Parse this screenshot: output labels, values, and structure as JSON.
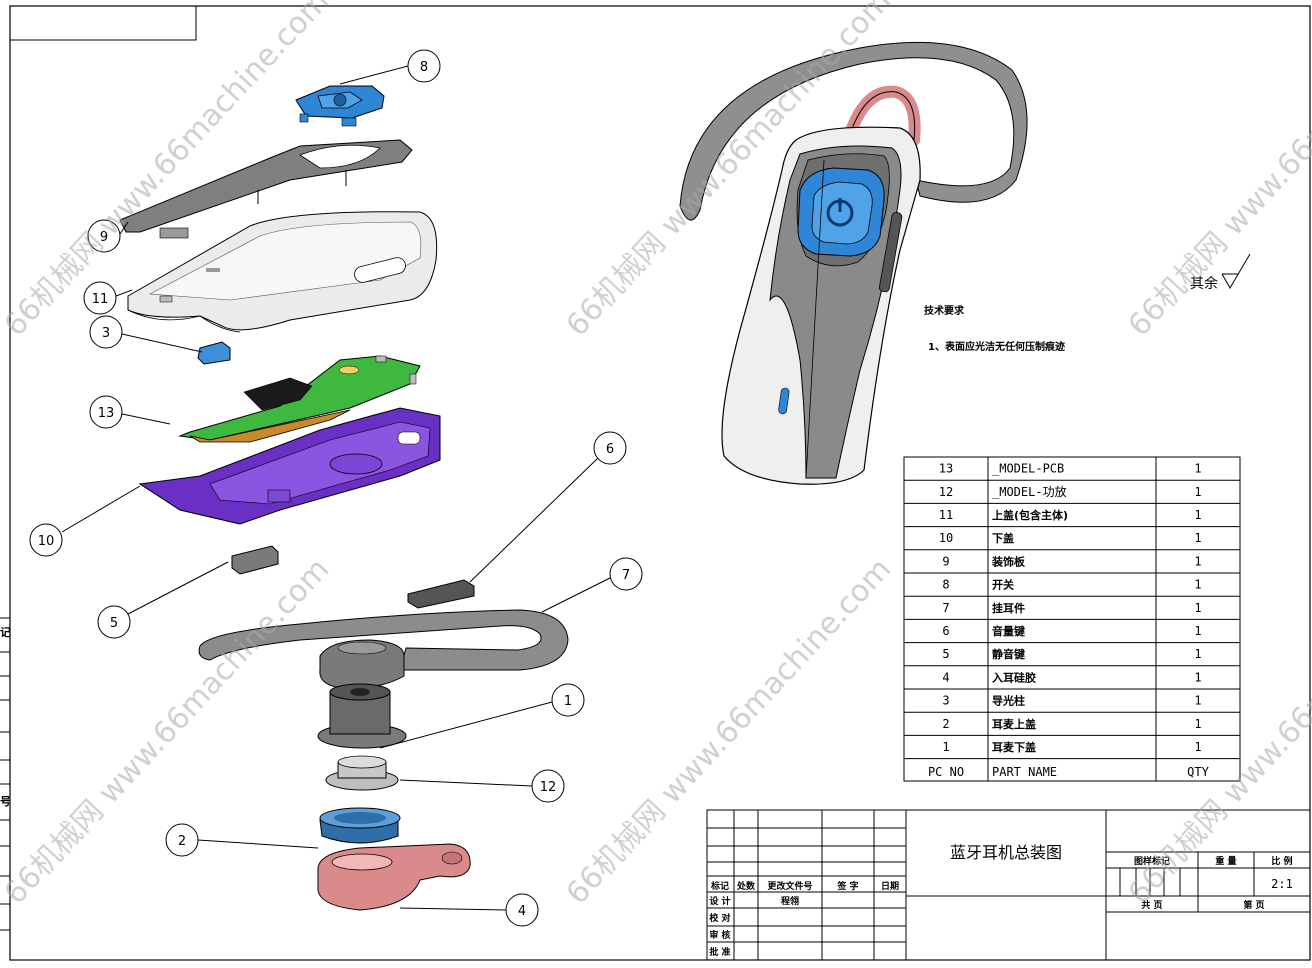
{
  "callouts": [
    "1",
    "2",
    "3",
    "4",
    "5",
    "6",
    "7",
    "8",
    "9",
    "10",
    "11",
    "12",
    "13"
  ],
  "tech_requirements": {
    "heading": "技术要求",
    "item1": "1、表面应光洁无任何压制痕迹"
  },
  "surface_mark": "其余",
  "bom": {
    "headers": [
      "PC NO",
      "PART NAME",
      "QTY"
    ],
    "rows": [
      {
        "no": "13",
        "name": "_MODEL-PCB",
        "qty": "1"
      },
      {
        "no": "12",
        "name": "_MODEL-功放",
        "qty": "1"
      },
      {
        "no": "11",
        "name": "上盖(包含主体)",
        "qty": "1"
      },
      {
        "no": "10",
        "name": "下盖",
        "qty": "1"
      },
      {
        "no": "9",
        "name": "装饰板",
        "qty": "1"
      },
      {
        "no": "8",
        "name": "开关",
        "qty": "1"
      },
      {
        "no": "7",
        "name": "挂耳件",
        "qty": "1"
      },
      {
        "no": "6",
        "name": "音量键",
        "qty": "1"
      },
      {
        "no": "5",
        "name": "静音键",
        "qty": "1"
      },
      {
        "no": "4",
        "name": "入耳硅胶",
        "qty": "1"
      },
      {
        "no": "3",
        "name": "导光柱",
        "qty": "1"
      },
      {
        "no": "2",
        "name": "耳麦上盖",
        "qty": "1"
      },
      {
        "no": "1",
        "name": "耳麦下盖",
        "qty": "1"
      }
    ]
  },
  "title_block": {
    "drawing_title": "蓝牙耳机总装图",
    "mark_label": "标记",
    "count_label": "处数",
    "change_doc_label": "更改文件号",
    "sign_label": "签 字",
    "date_label": "日期",
    "design_label": "设 计",
    "designer": "程翎",
    "check_label": "校 对",
    "review_label": "审 核",
    "approve_label": "批 准",
    "drawing_mark_label": "图样标记",
    "weight_label": "重 量",
    "scale_label": "比 例",
    "scale_value": "2:1",
    "total_sheets_label": "共 页",
    "sheet_label": "第 页"
  },
  "left_border_marks": [
    "记",
    "号"
  ],
  "watermark": "66机械网 www.66machine.com",
  "colors": {
    "switch_blue": "#2f86d6",
    "pcb_green": "#3fb83f",
    "lower_cover_purple": "#6a2fc4",
    "ear_gel_pink": "#d98a8a",
    "earcap_teal": "#3f7fb8",
    "housing_gray": "#8a8a8a",
    "line": "#000000"
  }
}
